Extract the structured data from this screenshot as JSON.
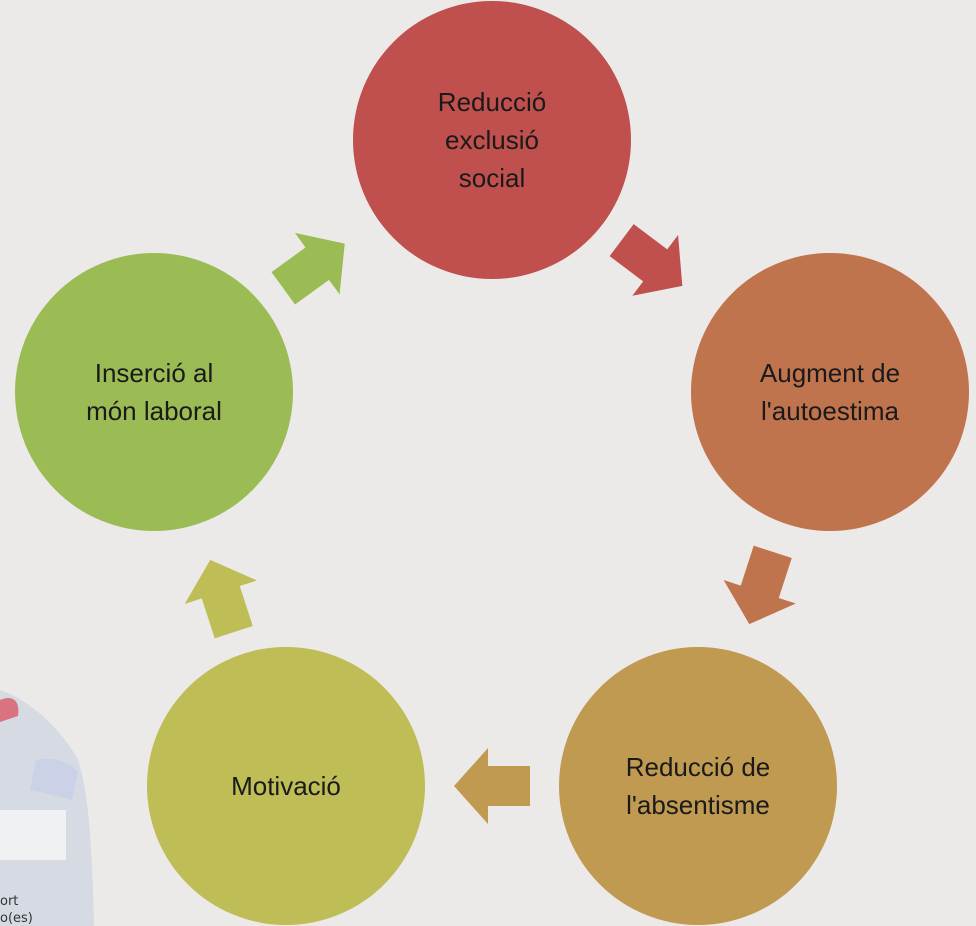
{
  "diagram": {
    "type": "cycle",
    "nodes": [
      {
        "id": "reduccio-exclusio",
        "lines": [
          "Reducció",
          "exclusió",
          "social"
        ],
        "color": "#C0504D"
      },
      {
        "id": "augment-autoestima",
        "lines": [
          "Augment de",
          "l'autoestima"
        ],
        "color": "#C0744D"
      },
      {
        "id": "reduccio-absentisme",
        "lines": [
          "Reducció de",
          "l'absentisme"
        ],
        "color": "#C09A50"
      },
      {
        "id": "motivacio",
        "lines": [
          "Motivació"
        ],
        "color": "#BFBD55"
      },
      {
        "id": "insercio-laboral",
        "lines": [
          "Inserció al",
          "món laboral"
        ],
        "color": "#9BBB55"
      }
    ],
    "arrows": [
      {
        "from": "reduccio-exclusio",
        "to": "augment-autoestima",
        "color": "#C0504D"
      },
      {
        "from": "augment-autoestima",
        "to": "reduccio-absentisme",
        "color": "#C0744D"
      },
      {
        "from": "reduccio-absentisme",
        "to": "motivacio",
        "color": "#C09A50"
      },
      {
        "from": "motivacio",
        "to": "insercio-laboral",
        "color": "#BFBD55"
      },
      {
        "from": "insercio-laboral",
        "to": "reduccio-exclusio",
        "color": "#9BBB55"
      }
    ]
  },
  "background_fragment": {
    "lines": [
      "ort",
      "o(es)"
    ]
  }
}
